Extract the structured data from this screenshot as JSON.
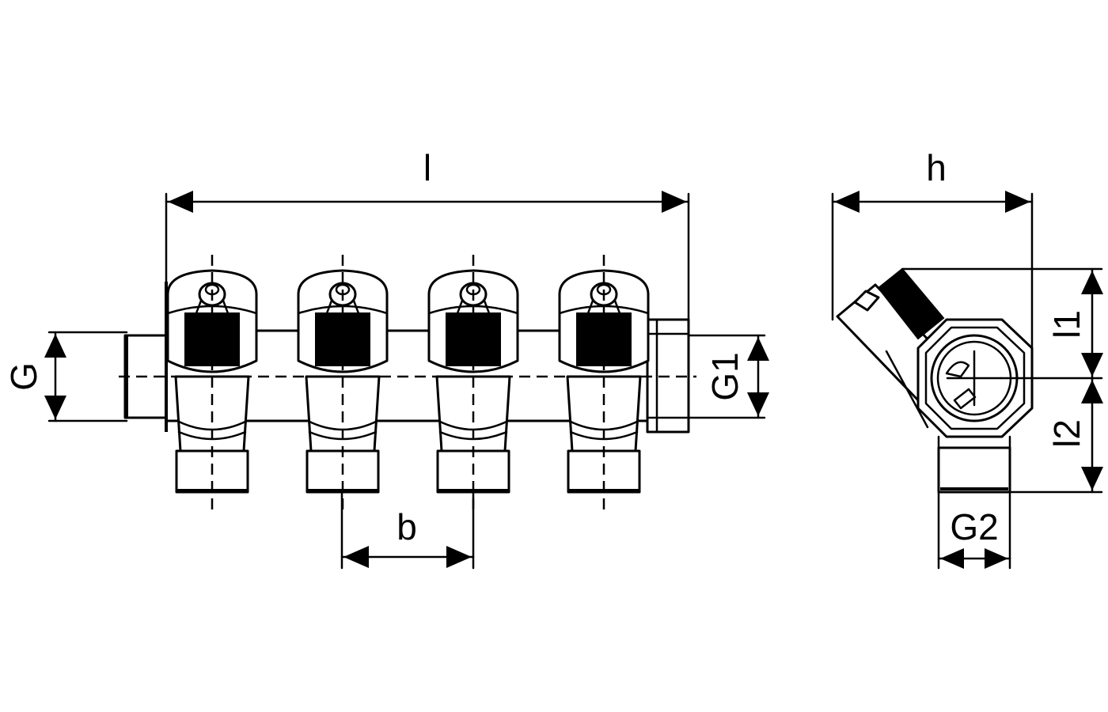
{
  "drawing": {
    "front_view": {
      "outlets": 4
    },
    "side_view": {},
    "dimensions": {
      "l": "l",
      "h": "h",
      "G": "G",
      "G1": "G1",
      "G2": "G2",
      "b": "b",
      "l1": "l1",
      "l2": "l2"
    },
    "colors": {
      "line": "#000000",
      "background": "#ffffff"
    }
  }
}
